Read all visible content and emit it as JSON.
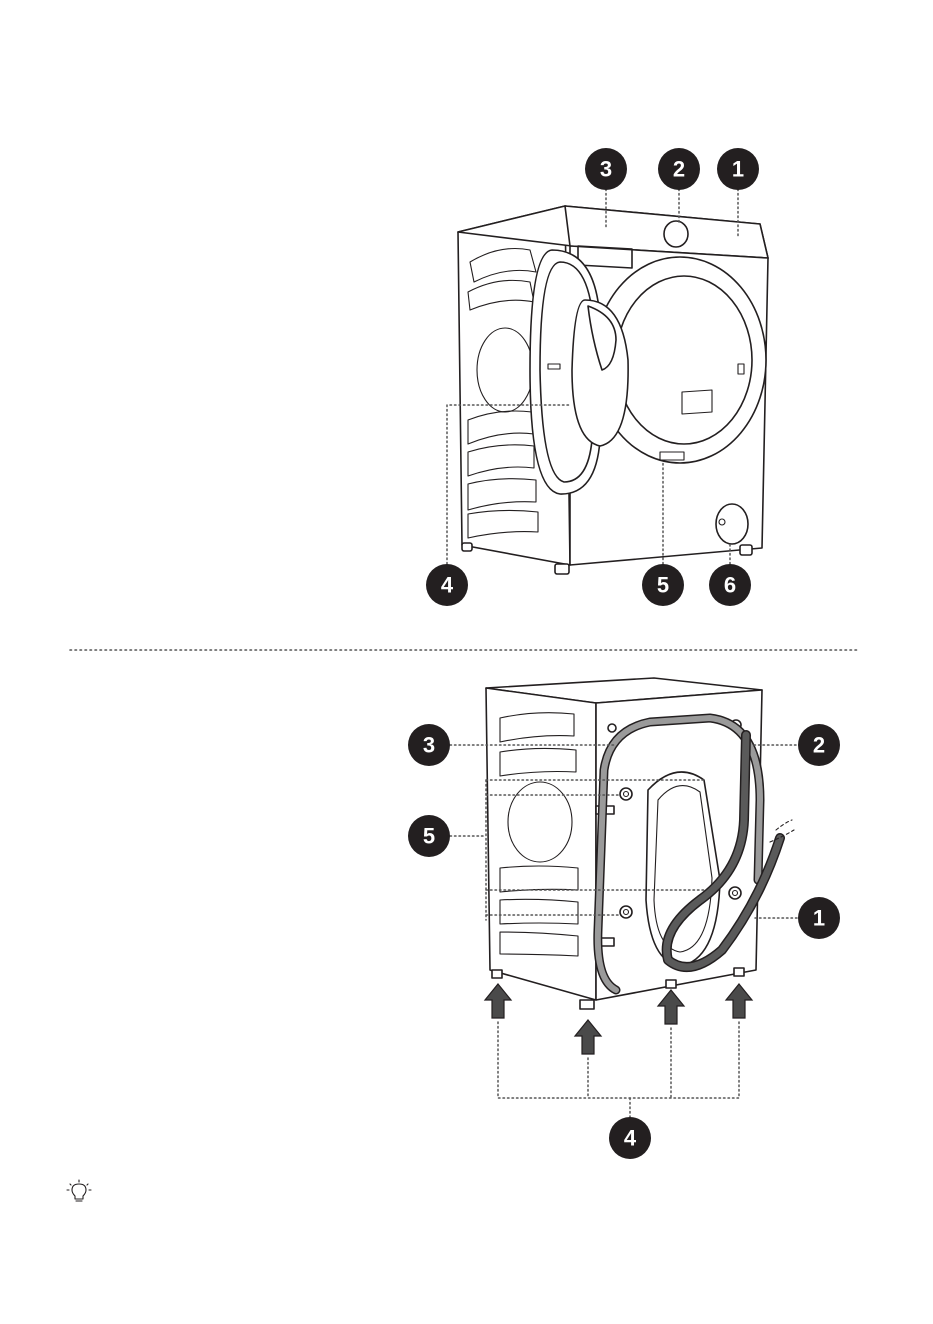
{
  "front_view": {
    "callouts": [
      {
        "id": "front-1",
        "label": "1"
      },
      {
        "id": "front-2",
        "label": "2"
      },
      {
        "id": "front-3",
        "label": "3"
      },
      {
        "id": "front-4",
        "label": "4"
      },
      {
        "id": "front-5",
        "label": "5"
      },
      {
        "id": "front-6",
        "label": "6"
      }
    ]
  },
  "back_view": {
    "callouts": [
      {
        "id": "back-1",
        "label": "1"
      },
      {
        "id": "back-2",
        "label": "2"
      },
      {
        "id": "back-3",
        "label": "3"
      },
      {
        "id": "back-4",
        "label": "4"
      },
      {
        "id": "back-5",
        "label": "5"
      }
    ]
  },
  "icons": {
    "tip": "lightbulb-icon"
  },
  "colors": {
    "ink": "#231f20",
    "hose_drain": "#555555",
    "hose_inlet": "#888888",
    "leader": "#555555"
  }
}
